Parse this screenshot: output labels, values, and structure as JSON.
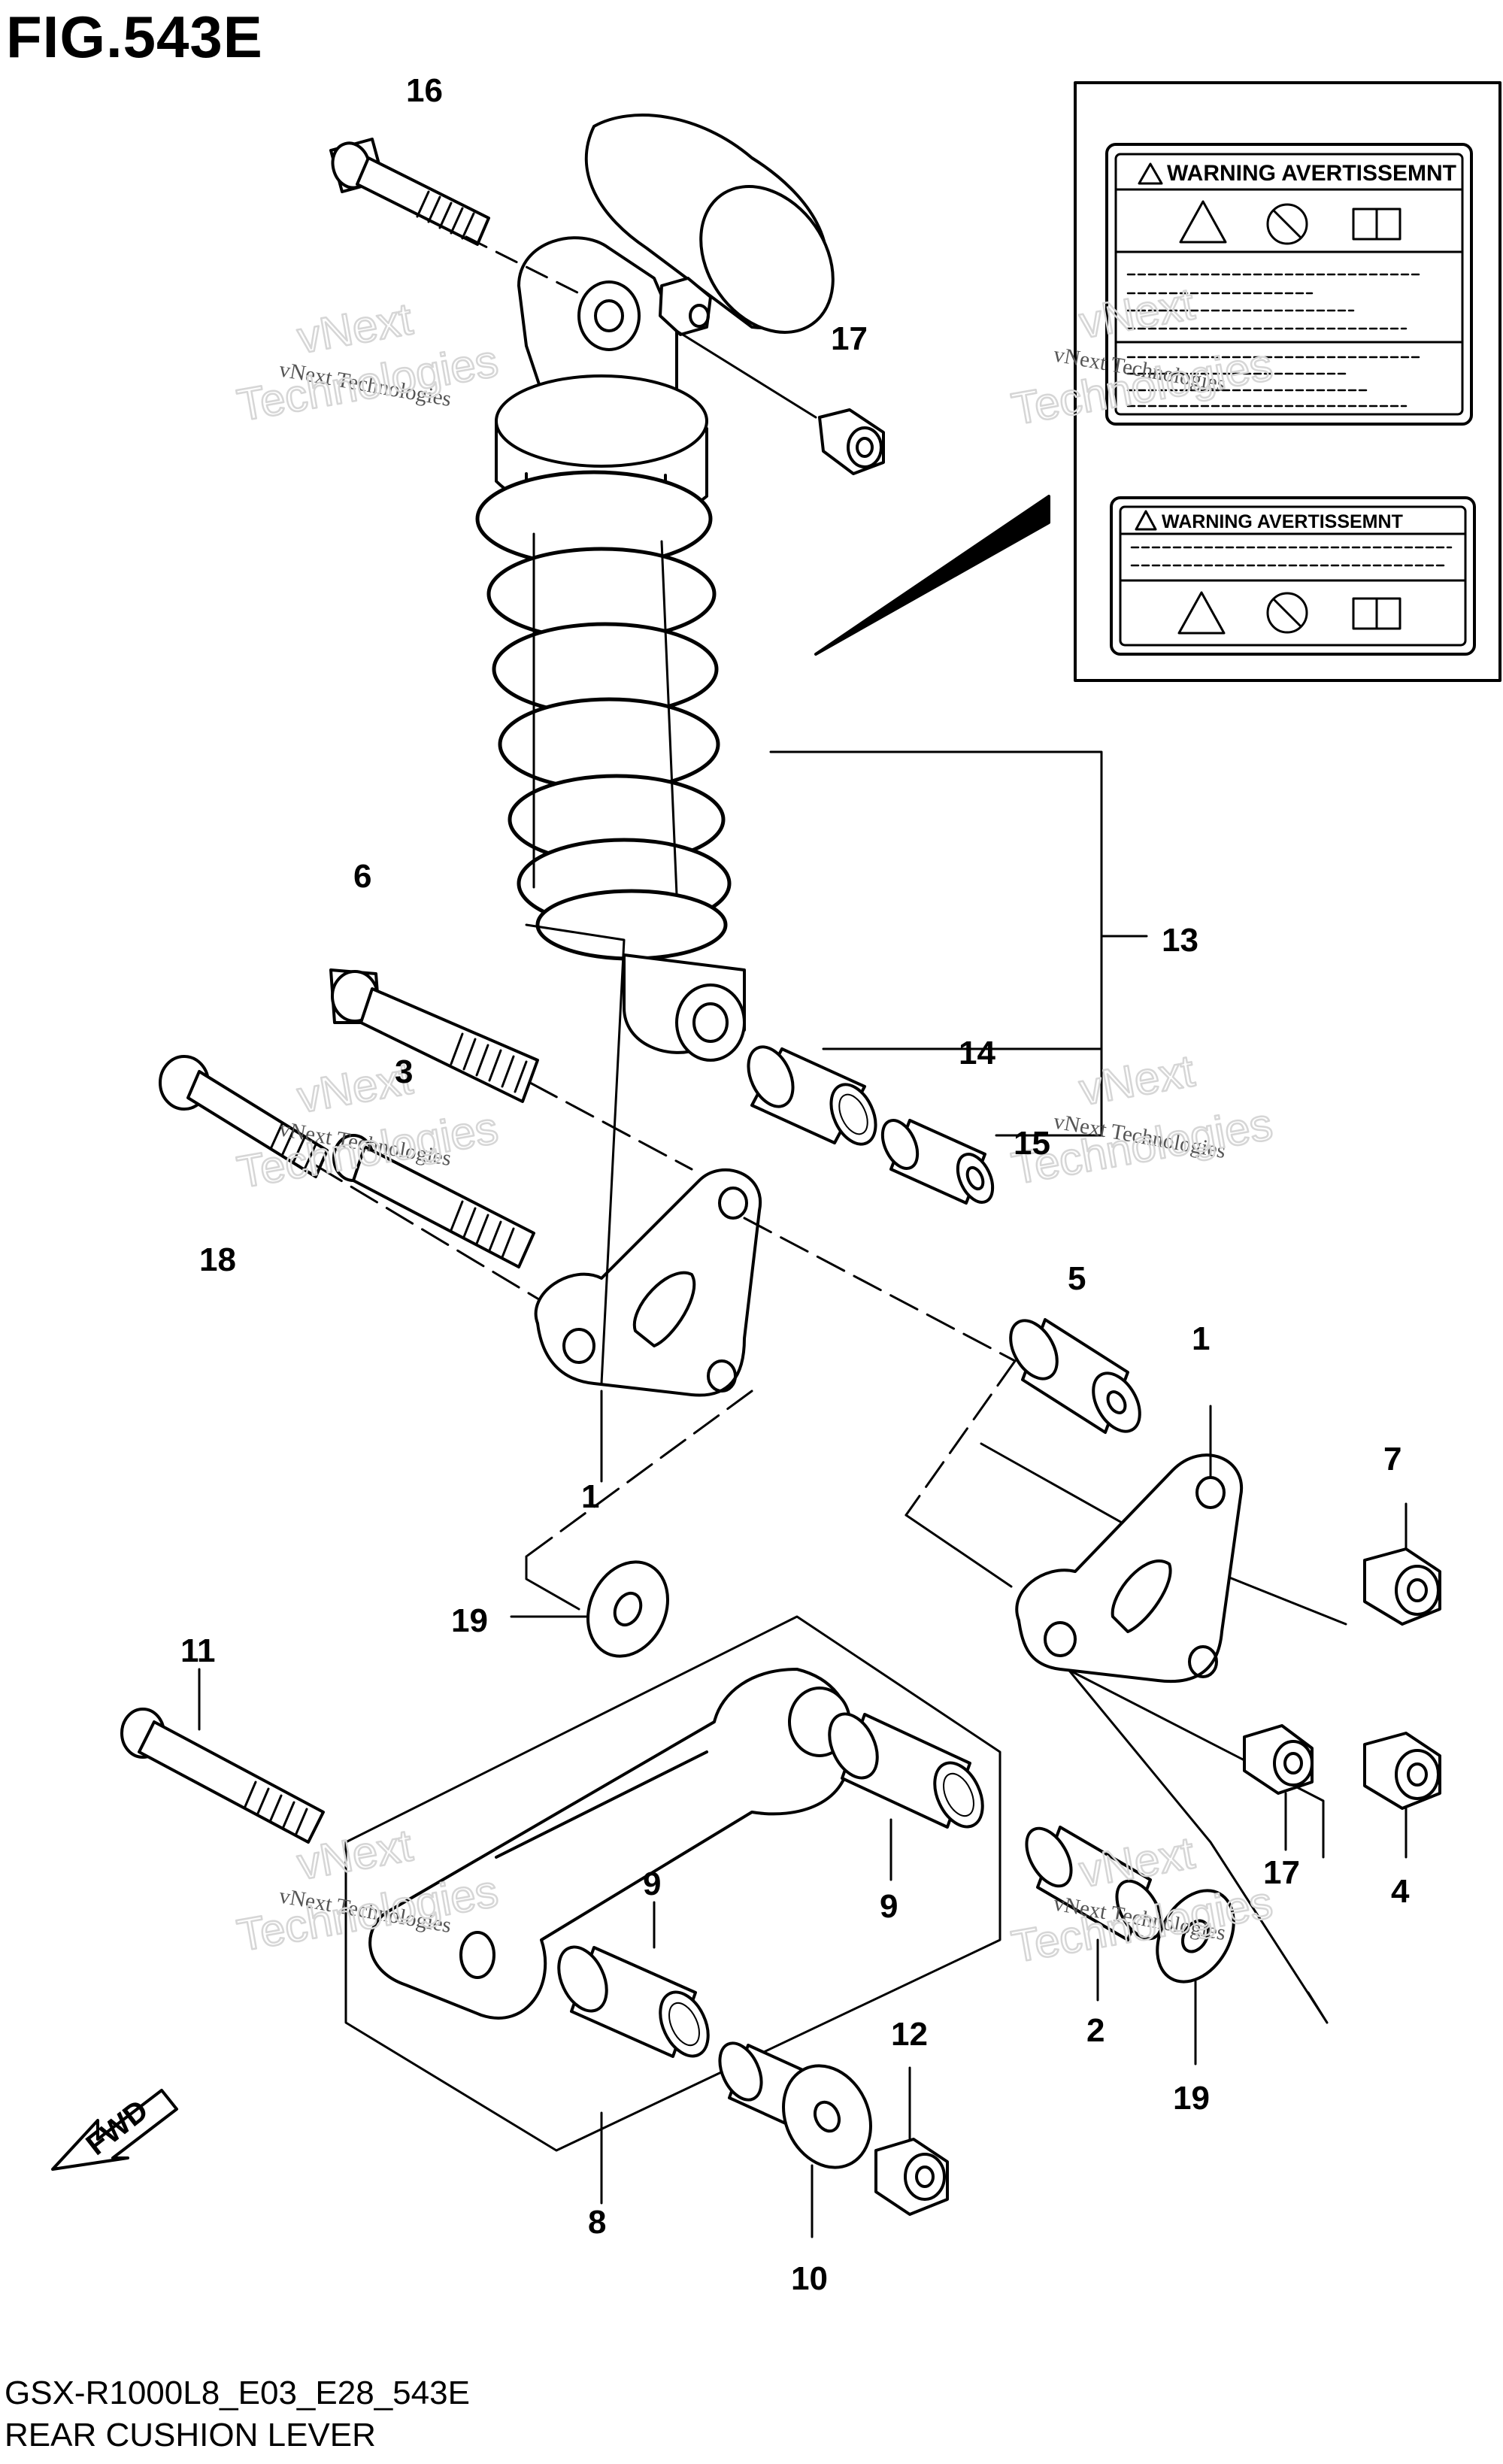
{
  "figure": {
    "title": "FIG.543E",
    "code": "GSX-R1000L8_E03_E28_543E",
    "name": "REAR CUSHION LEVER"
  },
  "callouts": {
    "p1a": "1",
    "p1b": "1",
    "p2": "2",
    "p3": "3",
    "p4": "4",
    "p5": "5",
    "p6": "6",
    "p7": "7",
    "p8": "8",
    "p9a": "9",
    "p9b": "9",
    "p10": "10",
    "p11": "11",
    "p12": "12",
    "p13": "13",
    "p14": "14",
    "p15": "15",
    "p16": "16",
    "p17a": "17",
    "p17b": "17",
    "p18": "18",
    "p19a": "19",
    "p19b": "19"
  },
  "warning_labels": {
    "label1_heading": "WARNING AVERTISSEMNT",
    "label2_heading": "WARNING AVERTISSEMNT"
  },
  "fwd_marker": "FWD",
  "watermark": {
    "line1": "vNext Technologies",
    "line2a": "vNext",
    "line2b": "Technologies"
  }
}
